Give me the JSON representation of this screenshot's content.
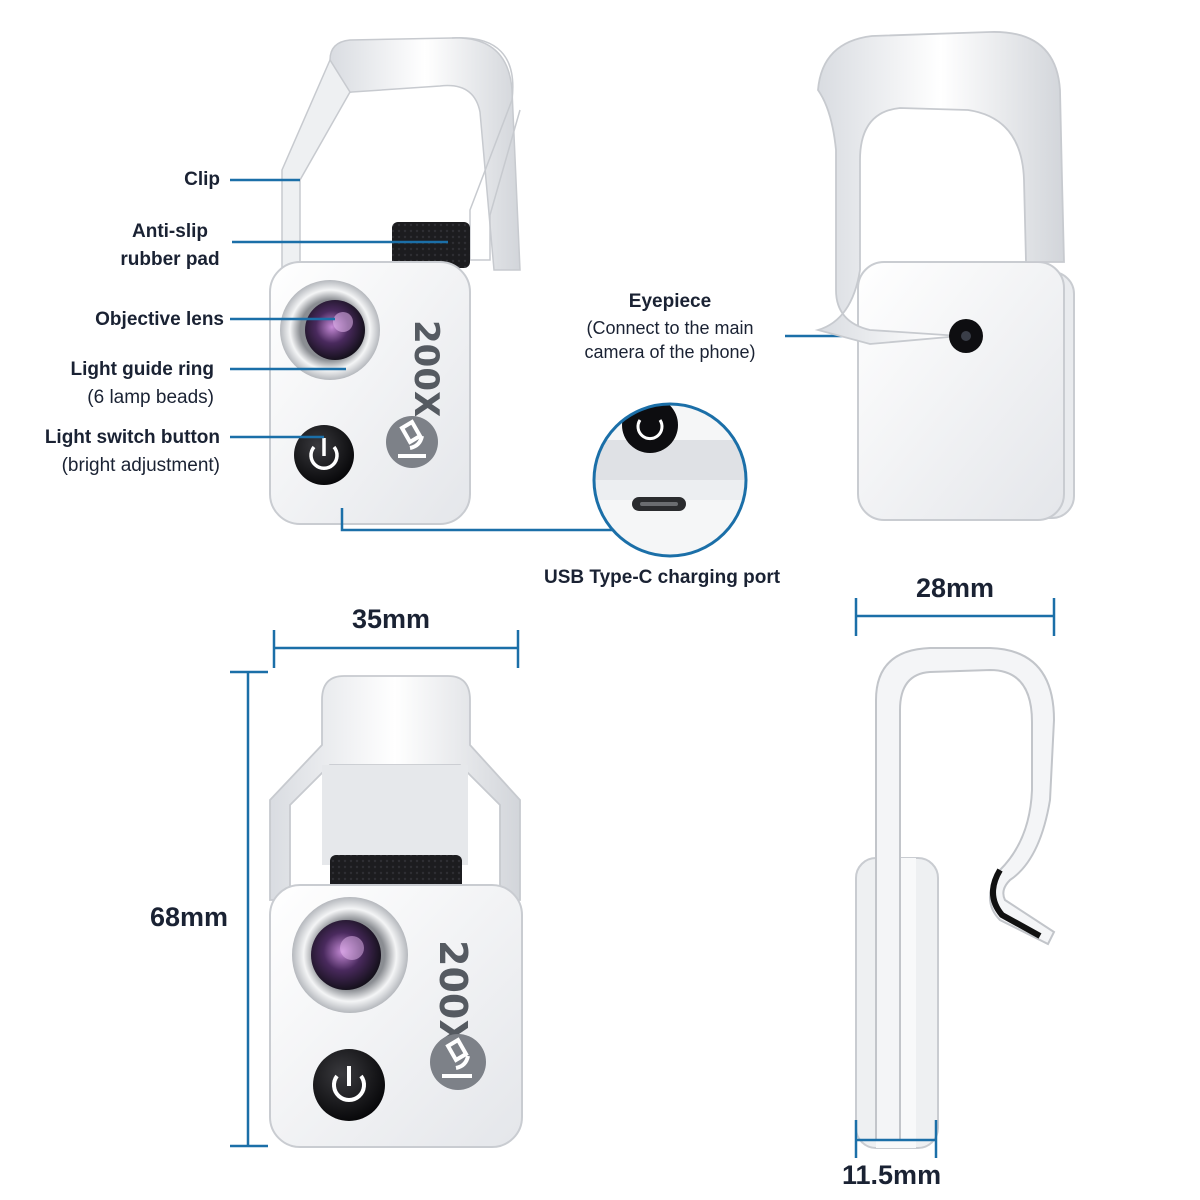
{
  "callouts": {
    "clip": "Clip",
    "anti_slip_line1": "Anti-slip",
    "anti_slip_line2": "rubber pad",
    "objective_lens": "Objective lens",
    "light_guide_line1": "Light guide ring",
    "light_guide_line2": "(6 lamp beads)",
    "light_switch_line1": "Light switch button",
    "light_switch_line2": "(bright adjustment)",
    "eyepiece_title": "Eyepiece",
    "eyepiece_line1": "(Connect to the main",
    "eyepiece_line2": "camera of the phone)",
    "usb_port": "USB Type-C charging port"
  },
  "dimensions": {
    "width_front": "35mm",
    "height_front": "68mm",
    "width_back": "28mm",
    "thickness": "11.5mm"
  },
  "product": {
    "magnification": "200X",
    "logo_icon": "microscope-icon",
    "power_icon": "power-icon"
  },
  "colors": {
    "accent_line": "#1b6fa8",
    "body": "#f2f3f5",
    "text": "#1a2233"
  }
}
